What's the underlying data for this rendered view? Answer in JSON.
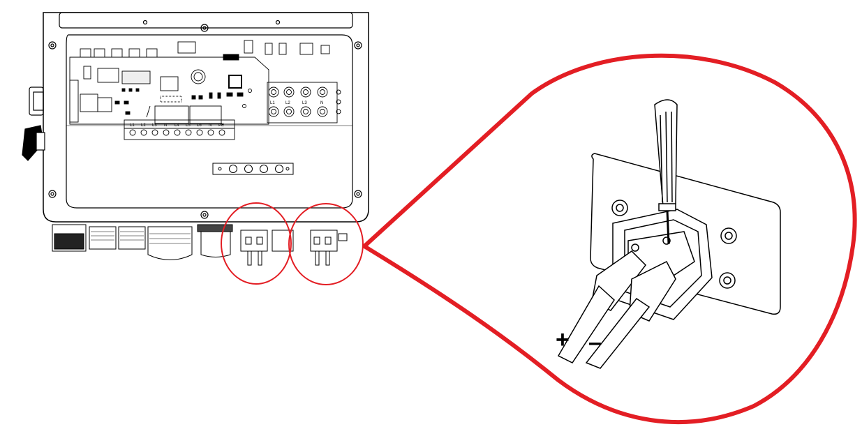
{
  "figure": {
    "highlight_color": "#e31e24",
    "line_color": "#000000"
  },
  "terminals": {
    "ac_grid": [
      "L1",
      "L2",
      "L3",
      "N"
    ],
    "load_strip": [
      "L1",
      "L2",
      "L3",
      "N",
      "L4",
      "L5",
      "L6",
      "N",
      "PE"
    ]
  },
  "zoom": {
    "plus_label": "+",
    "minus_label": "–"
  }
}
